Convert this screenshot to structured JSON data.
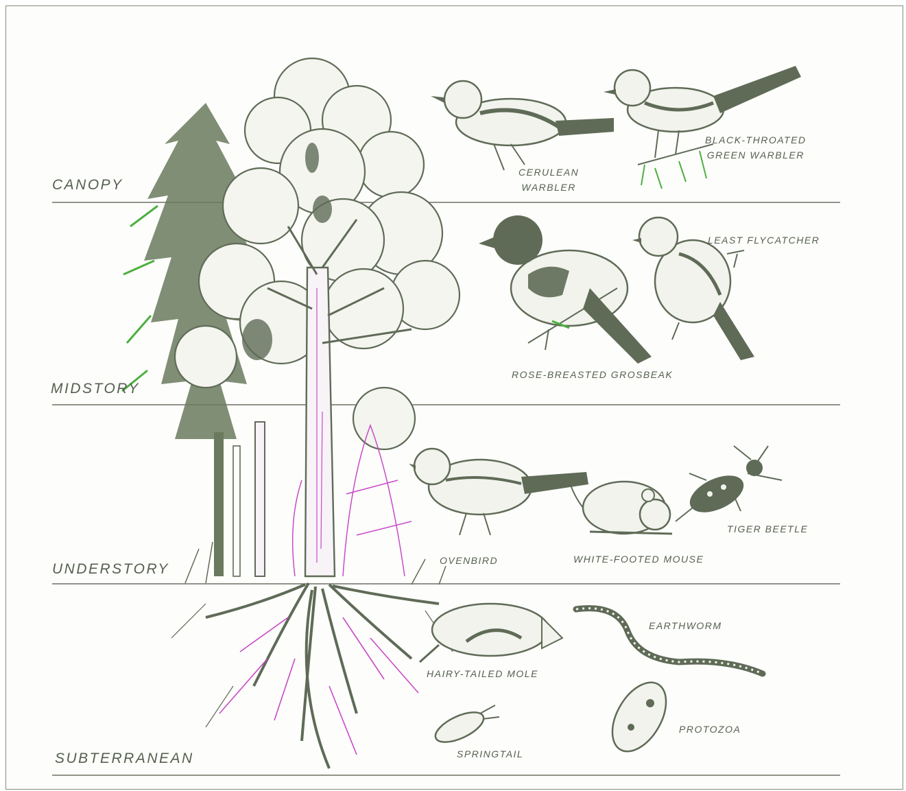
{
  "figure_caption": "",
  "colors": {
    "ink": "#5f6b57",
    "green_tint": "#4caf3f",
    "magenta_tint": "#c84ac8",
    "rule": "#6f6f66",
    "frame": "#8a8a80"
  },
  "strata": [
    {
      "label": "CANOPY"
    },
    {
      "label": "MIDSTORY"
    },
    {
      "label": "UNDERSTORY"
    },
    {
      "label": "SUBTERRANEAN"
    }
  ],
  "species": {
    "cerulean_warbler": [
      "CERULEAN",
      "WARBLER"
    ],
    "black_throated_green_warbler": [
      "BLACK-THROATED",
      "GREEN WARBLER"
    ],
    "least_flycatcher": "LEAST FLYCATCHER",
    "rose_breasted_grosbeak": "ROSE-BREASTED GROSBEAK",
    "ovenbird": "OVENBIRD",
    "white_footed_mouse": "WHITE-FOOTED MOUSE",
    "tiger_beetle": "TIGER BEETLE",
    "earthworm": "EARTHWORM",
    "hairy_tailed_mole": "HAIRY-TAILED MOLE",
    "protozoa": "PROTOZOA",
    "springtail": "SPRINGTAIL"
  }
}
